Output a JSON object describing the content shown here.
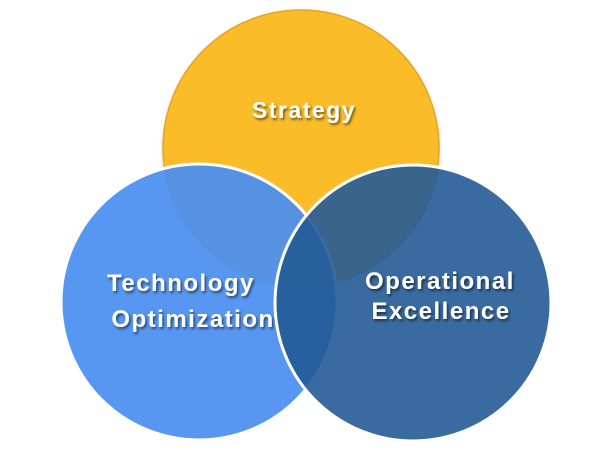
{
  "diagram": {
    "type": "venn",
    "circles": [
      {
        "id": "strategy",
        "lines": [
          "Strategy"
        ],
        "color": "#FBBC2C",
        "edge_color": "#E0A020"
      },
      {
        "id": "technology",
        "lines": [
          "Technology",
          "Optimization"
        ],
        "color": "#4A8FF0",
        "edge_color": "#ffffff"
      },
      {
        "id": "operational",
        "lines": [
          "Operational",
          "Excellence"
        ],
        "color": "#245A96",
        "edge_color": "#ffffff"
      }
    ]
  }
}
